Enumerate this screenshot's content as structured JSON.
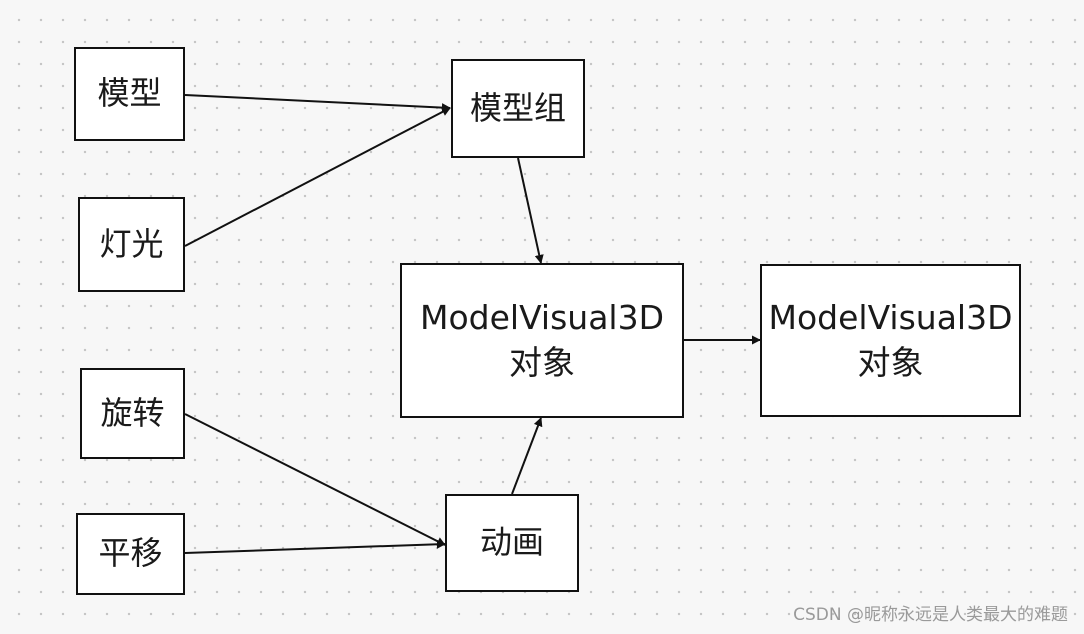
{
  "nodes": {
    "model": "模型",
    "light": "灯光",
    "model_group": "模型组",
    "rotate": "旋转",
    "translate": "平移",
    "animation": "动画",
    "mv3d_a": {
      "line1": "ModelVisual3D",
      "line2": "对象"
    },
    "mv3d_b": {
      "line1": "ModelVisual3D",
      "line2": "对象"
    }
  },
  "edges": [
    {
      "from": "model",
      "to": "model_group"
    },
    {
      "from": "light",
      "to": "model_group"
    },
    {
      "from": "model_group",
      "to": "mv3d_a"
    },
    {
      "from": "rotate",
      "to": "animation"
    },
    {
      "from": "translate",
      "to": "animation"
    },
    {
      "from": "animation",
      "to": "mv3d_a"
    },
    {
      "from": "mv3d_a",
      "to": "mv3d_b"
    }
  ],
  "colors": {
    "stroke": "#111111",
    "background": "#f7f7f7",
    "grid_dot": "#c4c4c4",
    "watermark": "#9a9a9a"
  },
  "watermark": "CSDN @昵称永远是人类最大的难题"
}
